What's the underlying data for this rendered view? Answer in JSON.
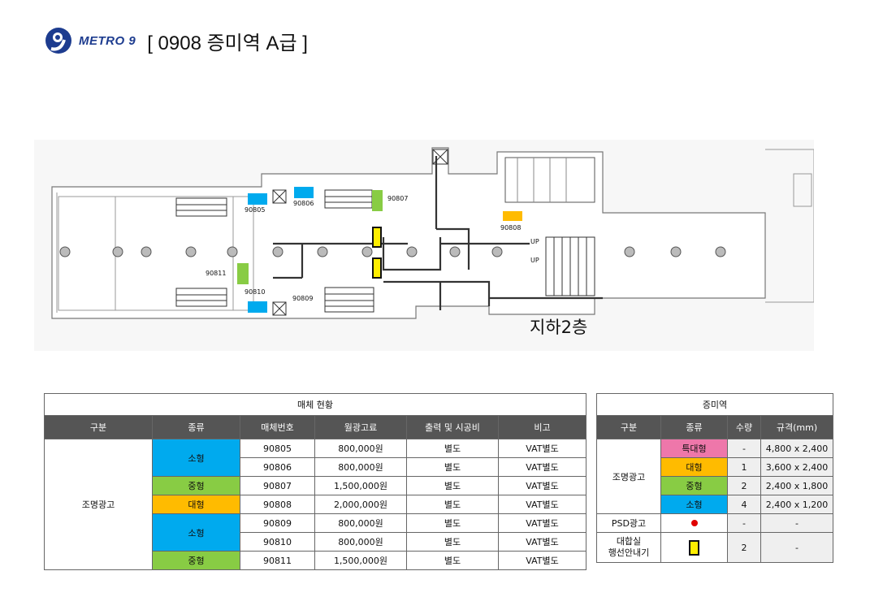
{
  "header": {
    "logo_text": "METRO 9",
    "title": "[ 0908  증미역 A급 ]"
  },
  "floorplan": {
    "label": "지하2층",
    "spots": [
      {
        "id": "90805",
        "color": "#00aaee"
      },
      {
        "id": "90806",
        "color": "#00aaee"
      },
      {
        "id": "90807",
        "color": "#88cc44"
      },
      {
        "id": "90808",
        "color": "#ffbb00"
      },
      {
        "id": "90809",
        "color": "#00aaee"
      },
      {
        "id": "90810",
        "color": "#00aaee"
      },
      {
        "id": "90811",
        "color": "#88cc44"
      }
    ],
    "up_labels": [
      "UP",
      "UP"
    ]
  },
  "colors": {
    "small": "#00aaee",
    "medium": "#88cc44",
    "large": "#ffbb00",
    "special": "#ee77aa",
    "header_bg": "#555555"
  },
  "media_table": {
    "caption": "매체 현황",
    "headers": [
      "구분",
      "종류",
      "매체번호",
      "월광고료",
      "출력 및 시공비",
      "비고"
    ],
    "group": "조명광고",
    "rows": [
      {
        "type": "소형",
        "no": "90805",
        "fee": "800,000원",
        "install": "별도",
        "note": "VAT별도"
      },
      {
        "type": "",
        "no": "90806",
        "fee": "800,000원",
        "install": "별도",
        "note": "VAT별도"
      },
      {
        "type": "중형",
        "no": "90807",
        "fee": "1,500,000원",
        "install": "별도",
        "note": "VAT별도"
      },
      {
        "type": "대형",
        "no": "90808",
        "fee": "2,000,000원",
        "install": "별도",
        "note": "VAT별도"
      },
      {
        "type": "소형",
        "no": "90809",
        "fee": "800,000원",
        "install": "별도",
        "note": "VAT별도"
      },
      {
        "type": "",
        "no": "90810",
        "fee": "800,000원",
        "install": "별도",
        "note": "VAT별도"
      },
      {
        "type": "중형",
        "no": "90811",
        "fee": "1,500,000원",
        "install": "별도",
        "note": "VAT별도"
      }
    ]
  },
  "station_table": {
    "caption": "증미역",
    "headers": [
      "구분",
      "종류",
      "수량",
      "규격(mm)"
    ],
    "group1": "조명광고",
    "rows": [
      {
        "type": "특대형",
        "qty": "-",
        "size": "4,800 x 2,400"
      },
      {
        "type": "대형",
        "qty": "1",
        "size": "3,600 x 2,400"
      },
      {
        "type": "중형",
        "qty": "2",
        "size": "2,400 x 1,800"
      },
      {
        "type": "소형",
        "qty": "4",
        "size": "2,400 x 1,200"
      }
    ],
    "psd": {
      "label": "PSD광고",
      "qty": "-",
      "size": "-"
    },
    "guide": {
      "label1": "대합실",
      "label2": "행선안내기",
      "qty": "2",
      "size": "-"
    }
  }
}
